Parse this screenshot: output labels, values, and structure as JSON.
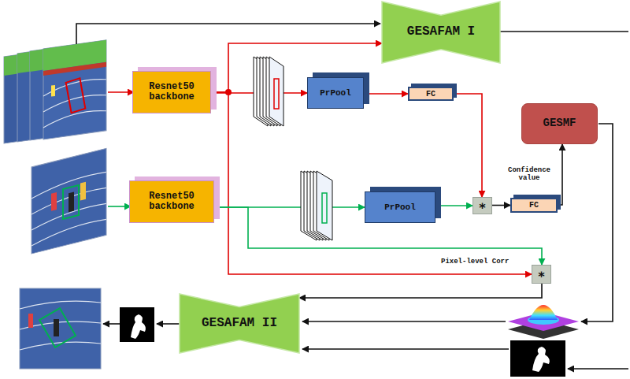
{
  "diagram": {
    "nodes": [
      {
        "text": [
          "GESAFAM I"
        ]
      },
      {
        "text": [
          "Resnet50 backbone"
        ]
      },
      {
        "text": [
          "PrPool"
        ]
      },
      {
        "text": [
          "FC"
        ]
      },
      {
        "text": [
          "GESMF"
        ]
      },
      {
        "text": [
          "Resnet50 backbone"
        ]
      },
      {
        "text": [
          "PrPool"
        ]
      },
      {
        "text": [
          "∗"
        ]
      },
      {
        "text": [
          "FC"
        ]
      },
      {
        "text": [
          "∗"
        ]
      },
      {
        "text": [
          "GESAFAM II"
        ]
      }
    ],
    "edges": [
      {
        "from": 1,
        "to": 2,
        "arrow": "to"
      },
      {
        "from": 2,
        "to": 3,
        "arrow": "to"
      },
      {
        "from": 3,
        "to": 7,
        "arrow": "to"
      },
      {
        "from": 1,
        "to": 0,
        "arrow": "to"
      },
      {
        "from": 1,
        "to": 9,
        "arrow": "to"
      },
      {
        "from": 5,
        "to": 6,
        "arrow": "to"
      },
      {
        "from": 6,
        "to": 7,
        "arrow": "to"
      },
      {
        "from": 5,
        "to": 9,
        "arrow": "to"
      },
      {
        "from": 7,
        "to": 8,
        "arrow": "to"
      },
      {
        "from": 8,
        "to": 4,
        "arrow": "to"
      },
      {
        "from": 9,
        "to": 10,
        "arrow": "to"
      }
    ],
    "labels": [
      "Confidence value",
      "Pixel-level Corr"
    ]
  }
}
